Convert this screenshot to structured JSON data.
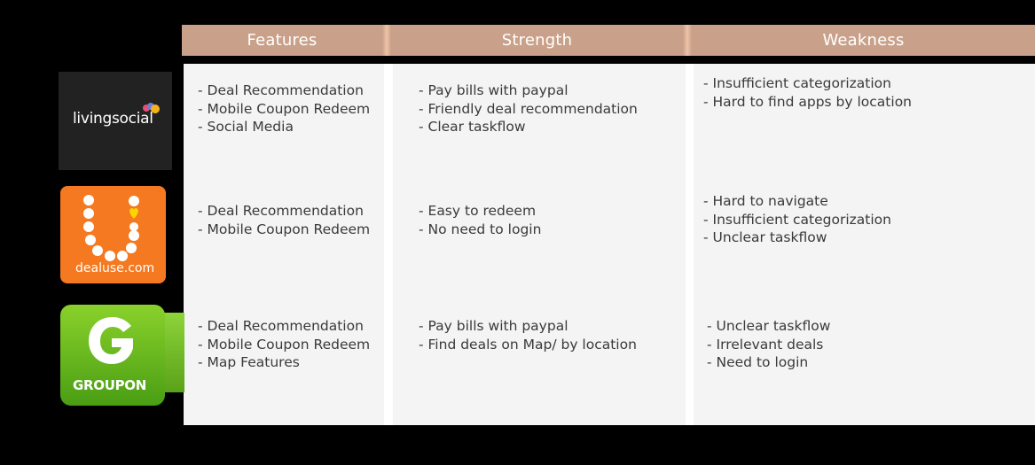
{
  "headers": {
    "features": "Features",
    "strength": "Strength",
    "weakness": "Weakness"
  },
  "rows": [
    {
      "logo": {
        "name": "livingsocial-logo",
        "text": "livingsocial"
      },
      "features": [
        "- Deal Recommendation",
        "- Mobile Coupon Redeem",
        "- Social Media"
      ],
      "strength": [
        "- Pay bills with paypal",
        "- Friendly deal recommendation",
        "- Clear taskflow"
      ],
      "weakness": [
        "- Insufficient categorization",
        "- Hard to find apps by location"
      ]
    },
    {
      "logo": {
        "name": "dealuse-logo",
        "text": "dealuse.com"
      },
      "features": [
        "- Deal Recommendation",
        "- Mobile Coupon Redeem"
      ],
      "strength": [
        "- Easy to redeem",
        "- No need to login"
      ],
      "weakness": [
        "- Hard to navigate",
        "- Insufficient categorization",
        "- Unclear taskflow"
      ]
    },
    {
      "logo": {
        "name": "groupon-logo",
        "text": "GROUPON"
      },
      "features": [
        "- Deal Recommendation",
        "- Mobile Coupon Redeem",
        "- Map Features"
      ],
      "strength": [
        "- Pay bills with paypal",
        "- Find deals on Map/ by location"
      ],
      "weakness": [
        "- Unclear taskflow",
        "- Irrelevant deals",
        "- Need to login"
      ]
    }
  ],
  "colors": {
    "header_bg": "#c9a18a",
    "body_bg": "#f5f4f5",
    "text": "#3a3a3a",
    "livingsocial_bg": "#222222",
    "dealuse_bg": "#f47920",
    "groupon_green": "#5aa21a"
  }
}
